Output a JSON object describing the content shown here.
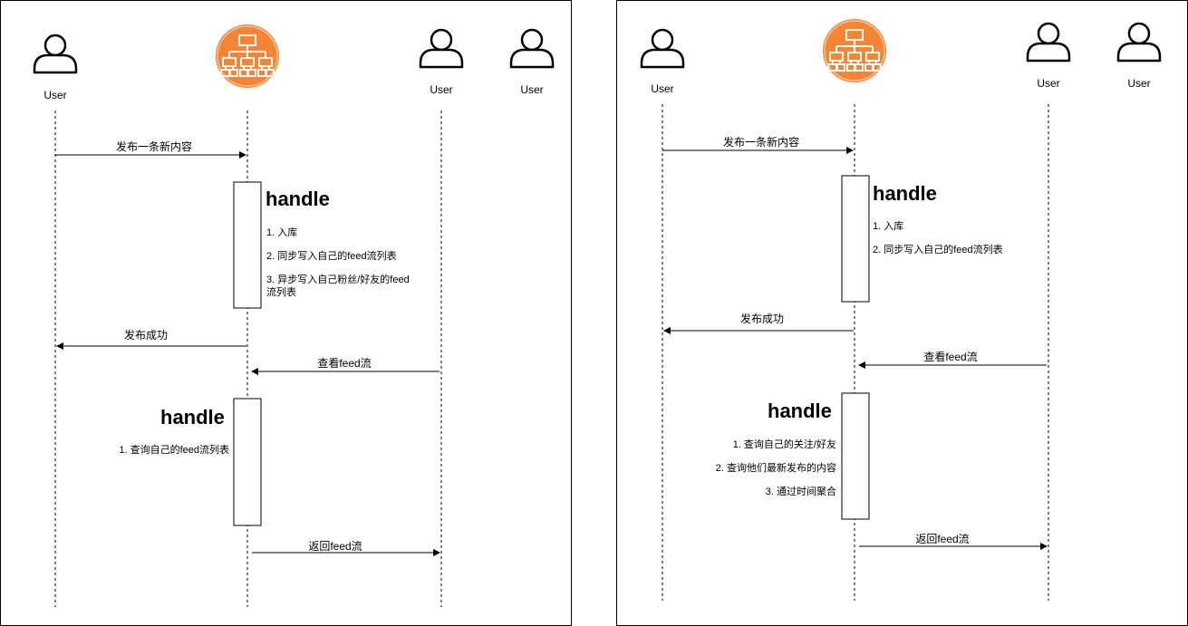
{
  "left": {
    "actors": [
      {
        "label": "User"
      },
      {
        "label": ""
      },
      {
        "label": "User"
      },
      {
        "label": "User"
      }
    ],
    "messages": {
      "publish": "发布一条新内容",
      "publish_ok": "发布成功",
      "view_feed": "查看feed流",
      "return_feed": "返回feed流"
    },
    "handle1": {
      "title": "handle",
      "steps": [
        "1. 入库",
        "2. 同步写入自己的feed流列表",
        "3. 异步写入自己粉丝/好友的feed流列表"
      ]
    },
    "handle2": {
      "title": "handle",
      "steps": [
        "1. 查询自己的feed流列表"
      ]
    }
  },
  "right": {
    "actors": [
      {
        "label": "User"
      },
      {
        "label": ""
      },
      {
        "label": "User"
      },
      {
        "label": "User"
      }
    ],
    "messages": {
      "publish": "发布一条新内容",
      "publish_ok": "发布成功",
      "view_feed": "查看feed流",
      "return_feed": "返回feed流"
    },
    "handle1": {
      "title": "handle",
      "steps": [
        "1. 入库",
        "2. 同步写入自己的feed流列表"
      ]
    },
    "handle2": {
      "title": "handle",
      "steps": [
        "1. 查询自己的关注/好友",
        "2. 查询他们最新发布的内容",
        "3. 通过时间聚合"
      ]
    }
  },
  "colors": {
    "server_icon": "#f58534",
    "server_icon_ring": "#ffffff",
    "line": "#000000"
  },
  "icons": {
    "user": "user-icon",
    "server": "server-hierarchy-icon"
  }
}
